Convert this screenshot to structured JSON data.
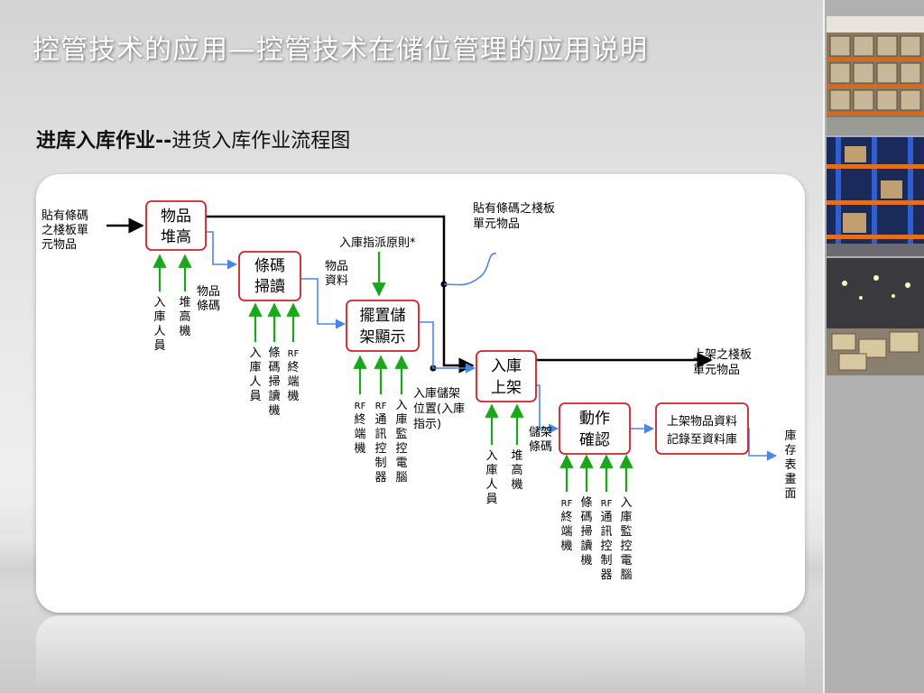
{
  "title": "控管技术的应用—控管技术在储位管理的应用说明",
  "subtitle": {
    "bold": "进库入库作业--",
    "normal": "进货入库作业流程图"
  },
  "colors": {
    "box_border": "#d0202a",
    "green_arrow": "#1aa81a",
    "blue_line": "#4a86e8",
    "black_line": "#000000"
  },
  "diagram": {
    "input_label": [
      "貼有條碼",
      "之棧板單",
      "元物品"
    ],
    "top_right_label": [
      "貼有條碼之棧板",
      "單元物品"
    ],
    "assign_rule": "入庫指派原則*",
    "boxes": {
      "stack": [
        "物品",
        "堆高"
      ],
      "scan": [
        "條碼",
        "掃讀"
      ],
      "display": [
        "擺置儲",
        "架顯示"
      ],
      "shelve": [
        "入庫",
        "上架"
      ],
      "confirm": [
        "動作",
        "確認"
      ],
      "record": [
        "上架物品資料",
        "記錄至資料庫"
      ]
    },
    "flow_labels": {
      "item_barcode": [
        "物品",
        "條碼"
      ],
      "item_data": [
        "物品",
        "資料"
      ],
      "location": [
        "入庫儲架",
        "位置(入庫",
        "指示)"
      ],
      "shelf_barcode": [
        "儲架",
        "條碼"
      ],
      "inventory_screen": "庫存表畫面",
      "output_label": [
        "上架之棧板",
        "單元物品"
      ]
    },
    "resources": {
      "stack": [
        "入庫人員",
        "堆高機"
      ],
      "scan": [
        "入庫人員",
        "條碼掃讀機",
        "RF終端機"
      ],
      "display": [
        "RF終端機",
        "RF通訊控制器",
        "入庫監控電腦"
      ],
      "shelve": [
        "入庫人員",
        "堆高機"
      ],
      "confirm": [
        "RF終端機",
        "條碼掃讀機",
        "RF通訊控制器",
        "入庫監控電腦"
      ]
    }
  }
}
